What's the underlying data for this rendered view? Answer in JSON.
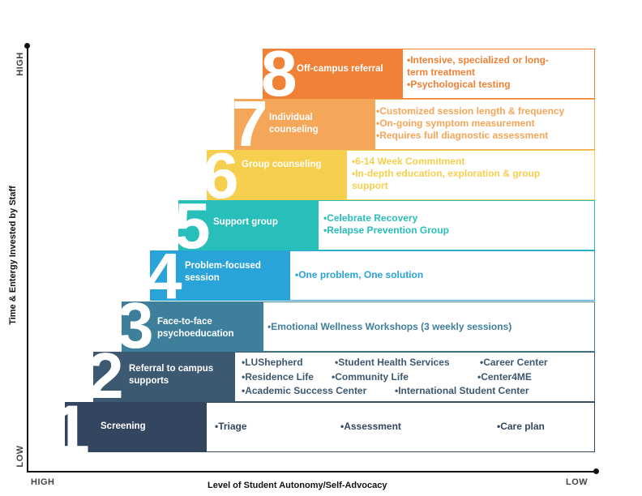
{
  "axes": {
    "y_title": "Time & Entergy Invested by Staff",
    "y_high": "HIGH",
    "y_low": "LOW",
    "x_title": "Level of Student Autonomy/Self-Advocacy",
    "x_high": "HIGH",
    "x_low": "LOW"
  },
  "steps": [
    {
      "num": "1",
      "label": "Screening",
      "color": "#34465f",
      "bullets": [
        "•Triage",
        "•Assessment",
        "•Care plan"
      ]
    },
    {
      "num": "2",
      "label": "Referral to campus supports",
      "color": "#3d5871",
      "bullets": [
        "•LUShepherd",
        "•Student Health Services",
        "•Career Center",
        "•Residence Life",
        "•Community Life",
        "•Center4ME",
        "•Academic Success Center",
        "•International Student Center"
      ]
    },
    {
      "num": "3",
      "label": "Face-to-face psychoeducation",
      "color": "#3e7f9c",
      "bullets": [
        "•Emotional Wellness Workshops (3 weekly sessions)"
      ]
    },
    {
      "num": "4",
      "label": "Problem-focused session",
      "color": "#29a3d8",
      "bullets": [
        "•One problem, One solution"
      ]
    },
    {
      "num": "5",
      "label": "Support group",
      "color": "#28beb9",
      "bullets": [
        "•Celebrate Recovery",
        "•Relapse Prevention Group"
      ]
    },
    {
      "num": "6",
      "label": "Group counseling",
      "color": "#f6cf4e",
      "bullets": [
        "•6-14 Week Commitment",
        "•In-depth education, exploration & group support"
      ]
    },
    {
      "num": "7",
      "label": "Individual counseling",
      "color": "#f4a659",
      "bullets": [
        "•Customized session length & frequency",
        "•On-going symptom measurement",
        "•Requires full diagnostic assessment"
      ]
    },
    {
      "num": "8",
      "label": "Off-campus referral",
      "color": "#f08136",
      "bullets": [
        "•Intensive, specialized or long-term treatment",
        "•Psychological testing"
      ]
    }
  ]
}
